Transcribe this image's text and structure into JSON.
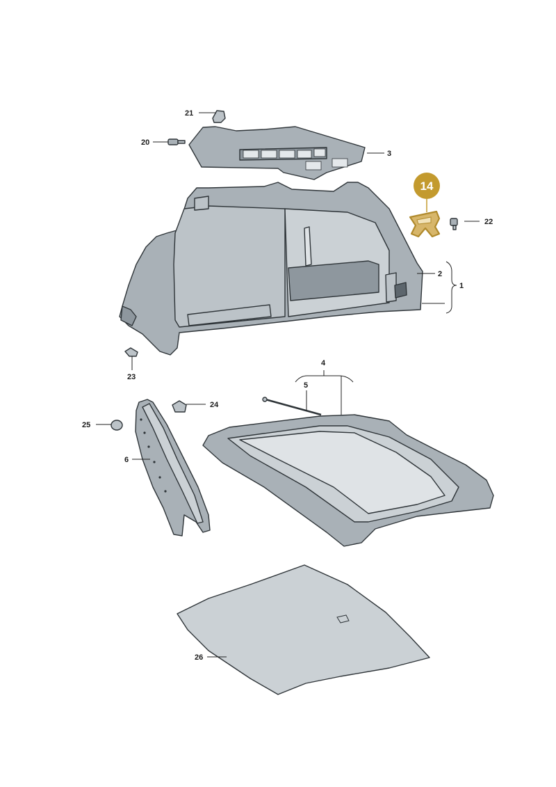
{
  "callouts": {
    "c1": "1",
    "c2": "2",
    "c3": "3",
    "c4": "4",
    "c5": "5",
    "c6": "6",
    "c14": "14",
    "c20": "20",
    "c21": "21",
    "c22": "22",
    "c23": "23",
    "c24": "24",
    "c25": "25",
    "c26": "26"
  },
  "highlight": {
    "part": "14",
    "color": "#c39a2e"
  }
}
